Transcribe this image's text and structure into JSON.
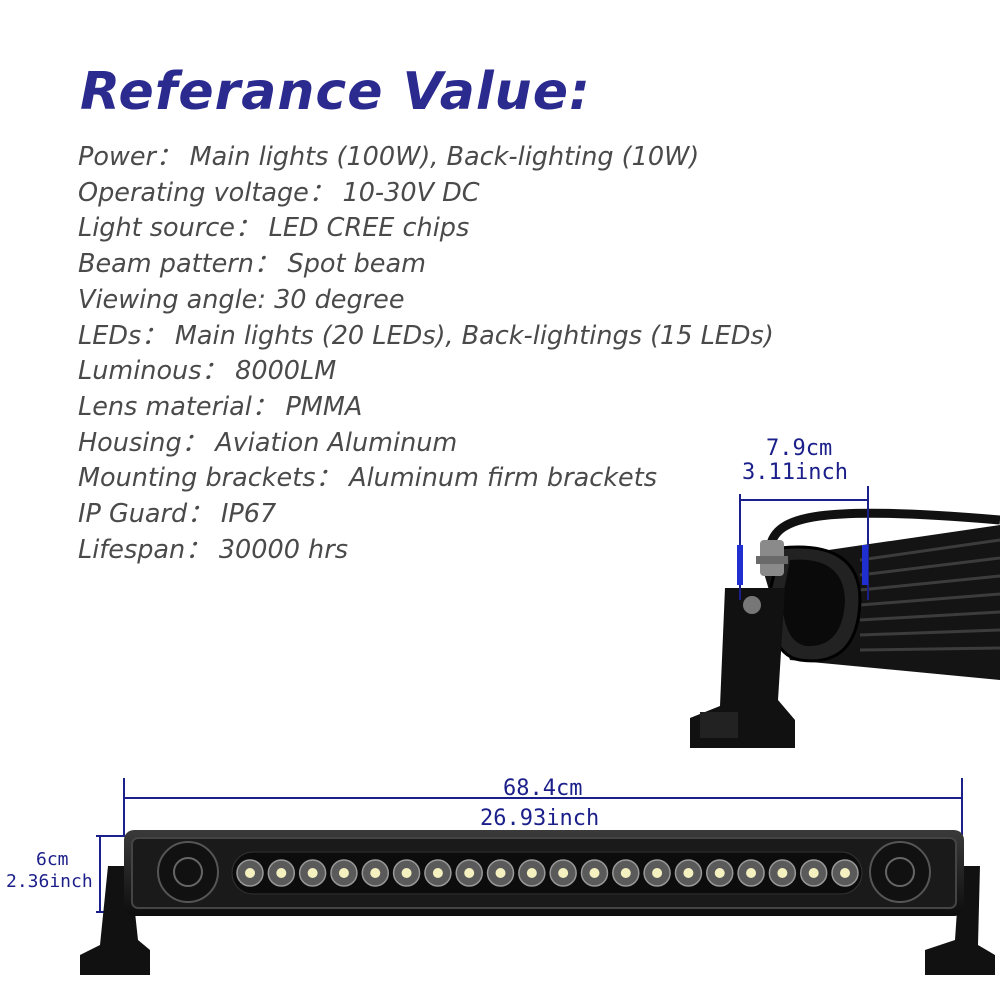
{
  "title": "Referance  Value:",
  "specs": [
    {
      "label": "Power：",
      "value": "Main lights (100W), Back-lighting (10W)"
    },
    {
      "label": "Operating voltage：",
      "value": "10-30V DC"
    },
    {
      "label": "Light source：",
      "value": "LED CREE chips"
    },
    {
      "label": "Beam pattern：",
      "value": "Spot beam"
    },
    {
      "label": "Viewing angle:",
      "value": "30 degree"
    },
    {
      "label": "LEDs：",
      "value": "Main lights (20 LEDs), Back-lightings (15 LEDs)"
    },
    {
      "label": "Luminous：",
      "value": "8000LM"
    },
    {
      "label": "Lens material：",
      "value": "PMMA"
    },
    {
      "label": "Housing：",
      "value": "Aviation Aluminum"
    },
    {
      "label": "Mounting brackets：",
      "value": "Aluminum firm brackets"
    },
    {
      "label": "IP Guard：",
      "value": "IP67"
    },
    {
      "label": "Lifespan：",
      "value": "30000 hrs"
    }
  ],
  "dimensions": {
    "depth_cm": "7.9cm",
    "depth_inch": "3.11inch",
    "length_cm": "68.4cm",
    "length_inch": "26.93inch",
    "height_cm": "6cm",
    "height_inch": "2.36inch"
  },
  "leds": {
    "count": 20
  },
  "colors": {
    "title": "#2b2a8f",
    "spec_text": "#4a4a4a",
    "dimension": "#1b1f8a"
  }
}
